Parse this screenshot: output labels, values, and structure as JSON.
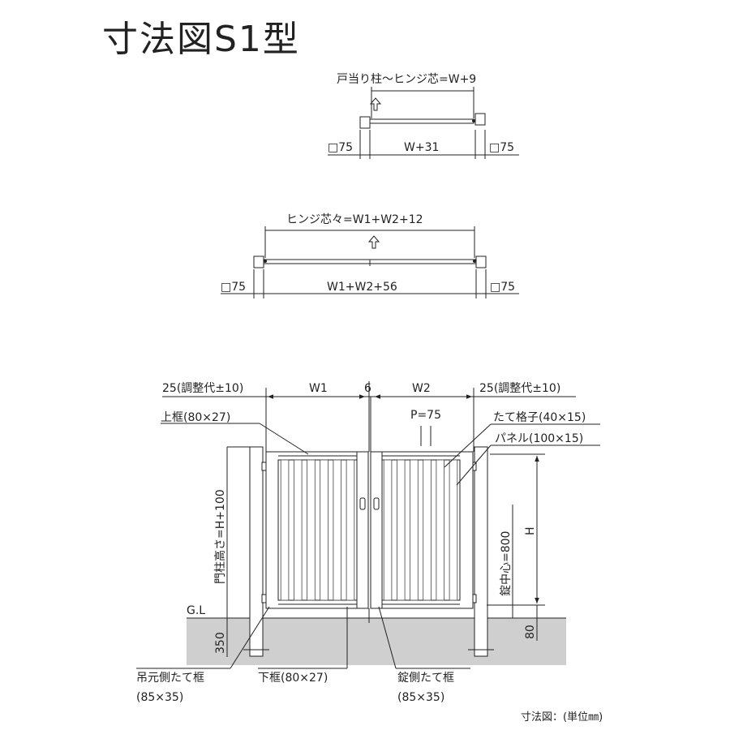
{
  "title": "寸法図S1型",
  "plan1": {
    "top_dim": "戸当り柱～ヒンジ芯=W+9",
    "width_dim": "W+31",
    "post_left": "□75",
    "post_right": "□75"
  },
  "plan2": {
    "top_dim": "ヒンジ芯々=W1+W2+12",
    "width_dim": "W1+W2+56",
    "post_left": "□75",
    "post_right": "□75"
  },
  "elevation": {
    "adj_left": "25(調整代±10)",
    "adj_right": "25(調整代±10)",
    "w1": "W1",
    "gap": "6",
    "w2": "W2",
    "pitch": "P=75",
    "top_frame": "上框(80×27)",
    "lattice": "たて格子(40×15)",
    "panel": "パネル(100×15)",
    "post_height": "門柱高さ=H+100",
    "h": "H",
    "lock_center": "錠中心=800",
    "gl": "G.L",
    "depth": "350",
    "clearance": "80",
    "hinge_stile_1": "吊元側たて框",
    "hinge_stile_2": "(85×35)",
    "bottom_frame": "下框(80×27)",
    "lock_stile_1": "錠側たて框",
    "lock_stile_2": "(85×35)"
  },
  "footer": "寸法図：(単位㎜)"
}
